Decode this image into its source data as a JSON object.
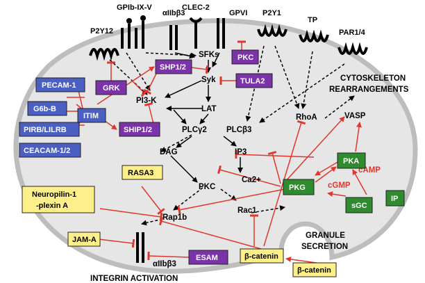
{
  "receptors": {
    "p2y12": "P2Y12",
    "gpib": "GPIb-IX-V",
    "aiib_top": "αIIbβ3",
    "clec2": "CLEC-2",
    "gpvi": "GPVI",
    "p2y1": "P2Y1",
    "tp": "TP",
    "par": "PAR1/4"
  },
  "nodes": {
    "sfks": "SFKs",
    "syk": "Syk",
    "pi3k": "PI3-K",
    "lat": "LAT",
    "plcg2": "PLCγ2",
    "plcb3": "PLCβ3",
    "dag": "DAG",
    "ip3": "IP3",
    "ca": "Ca2+",
    "pkc": "PKC",
    "rap1b": "Rap1b",
    "rac1": "Rac1",
    "rhoa": "RhoA",
    "vasp": "VASP",
    "cgmp": "cGMP",
    "camp": "cAMP",
    "aiib_bottom": "αIIbβ3"
  },
  "boxes": {
    "pecam1": "PECAM-1",
    "g6bb": "G6b-B",
    "pirb": "PIRB/LILRB",
    "ceacam": "CEACAM-1/2",
    "itim": "ITIM",
    "grk": "GRK",
    "ship12_top": "SHP1/2",
    "ship12_mid": "SHIP1/2",
    "pkc_purple": "PKC",
    "tula2": "TULA2",
    "rasa3": "RASA3",
    "neuropilin_line1": "Neuropilin-1",
    "neuropilin_line2": "-plexin A",
    "jama": "JAM-A",
    "esam": "ESAM",
    "bcatenin_in": "β-catenin",
    "bcatenin_out": "β-catenin",
    "pka": "PKA",
    "pkg": "PKG",
    "sgc": "sGC",
    "ip": "IP"
  },
  "labels": {
    "cytoskeleton_line1": "CYTOSKELETON",
    "cytoskeleton_line2": "REARRANGEMENTS",
    "granule_line1": "GRANULE",
    "granule_line2": "SECRETION",
    "integrin_activation": "INTEGRIN ACTIVATION"
  },
  "colors": {
    "membrane": "#bdbdbd",
    "cell_fill": "#e6e6e6",
    "blue_box": "#4a5fc1",
    "purple_box": "#7a33a8",
    "yellow_box": "#fdf08a",
    "green_box": "#2e8b2e",
    "inhibit": "#e0362c",
    "camp_text": "#e0362c"
  }
}
